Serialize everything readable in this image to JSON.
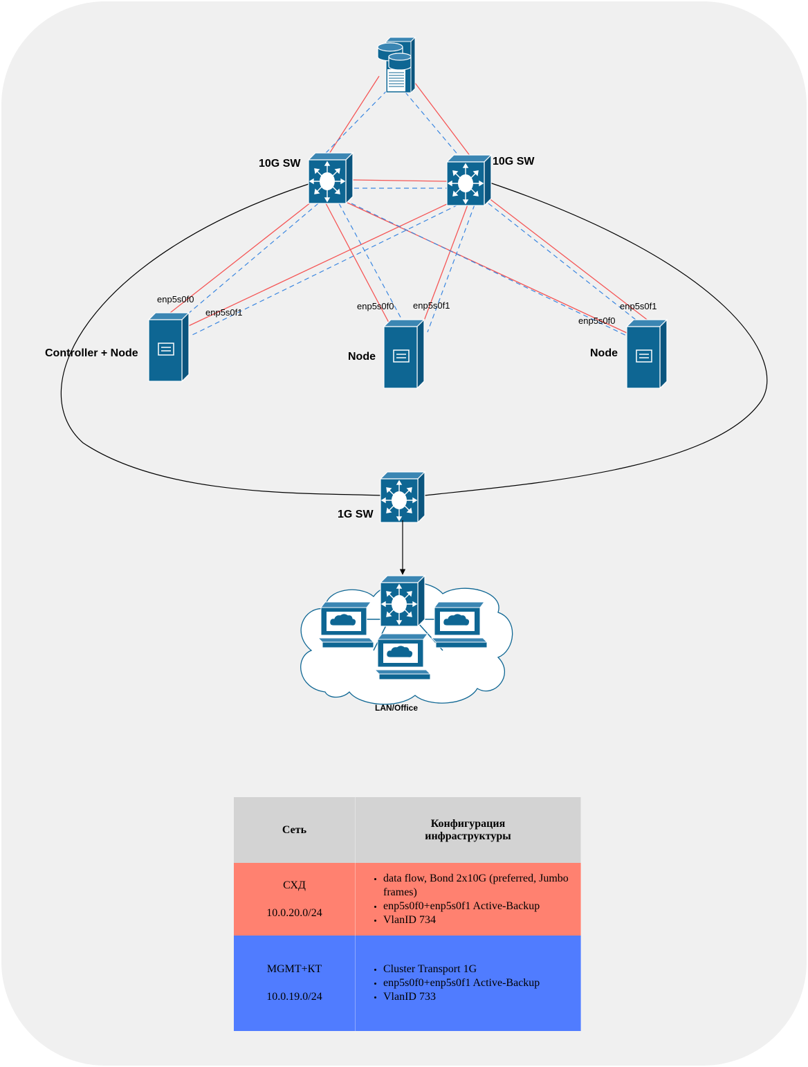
{
  "labels": {
    "switch_10g_left": "10G SW",
    "switch_10g_right": "10G SW",
    "switch_1g": "1G SW",
    "server_left": "Controller + Node",
    "server_middle": "Node",
    "server_right": "Node",
    "if_left_f0": "enp5s0f0",
    "if_left_f1": "enp5s0f1",
    "if_mid_f0": "enp5s0f0",
    "if_mid_f1": "enp5s0f1",
    "if_right_f1": "enp5s0f1",
    "if_right_f0": "enp5s0f0",
    "lan": "LAN/Office"
  },
  "colors": {
    "storage_link": "#f55555",
    "mgmt_link": "#3a86e0",
    "device": "#0e6693",
    "storage_row": "#ff8170",
    "mgmt_row": "#507cff",
    "header_row": "#d3d3d3"
  },
  "icons": [
    "storage-array-icon",
    "layer3-switch-icon",
    "server-tower-icon",
    "cloud-icon",
    "workstation-icon"
  ],
  "table": {
    "header": {
      "network": "Сеть",
      "config": "Конфигурация инфраструктуры"
    },
    "rows": [
      {
        "name": "СХД",
        "subnet": "10.0.20.0/24",
        "items": [
          "data flow, Bond 2x10G (preferred, Jumbo frames)",
          "enp5s0f0+enp5s0f1 Active-Backup",
          "VlanID 734"
        ]
      },
      {
        "name": "MGMT+КТ",
        "subnet": "10.0.19.0/24",
        "items": [
          "Cluster Transport 1G",
          "enp5s0f0+enp5s0f1 Active-Backup",
          "VlanID 733"
        ]
      }
    ]
  }
}
